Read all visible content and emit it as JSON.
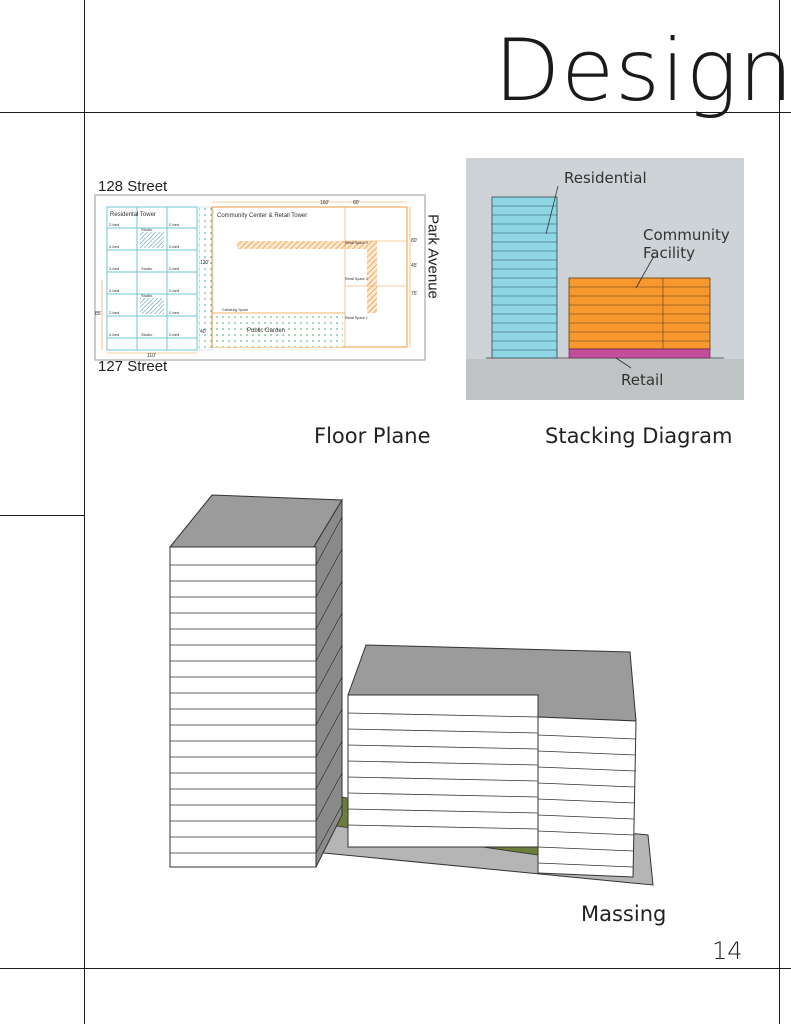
{
  "page": {
    "title": "Design",
    "page_number": "14"
  },
  "floor_plan": {
    "caption": "Floor Plane",
    "street_top": "128 Street",
    "street_bottom": "127 Street",
    "avenue": "Park Avenue",
    "residential_label": "Residental Tower",
    "community_label": "Community Center & Retail Tower",
    "garden_label": "Public Garden",
    "unit_label": "2-bed",
    "studio_label": "Studio",
    "dim_160": "160'",
    "dim_80_top": "80'",
    "dim_80_right": "80'",
    "dim_45": "45'",
    "dim_75": "75'",
    "dim_120": "120'",
    "dim_40": "40'",
    "dim_85": "85'",
    "dim_110": "110'",
    "retail_space_1": "Retail Space 1",
    "retail_space_2": "Retail Space 2",
    "retail_space_3": "Retail Space 3",
    "gathering_space": "Gathering Space",
    "colors": {
      "residential_grid": "#6fc4d8",
      "community": "#f09a3a",
      "garden_dot": "#3aa86a"
    }
  },
  "stacking_diagram": {
    "caption": "Stacking Diagram",
    "residential": "Residential",
    "community_line1": "Community",
    "community_line2": "Facility",
    "retail": "Retail",
    "colors": {
      "background": "#cdd3d6",
      "residential": "#8fd6e5",
      "community": "#f7982e",
      "retail": "#c34f9c",
      "ground": "#bfc3c3"
    }
  },
  "massing": {
    "caption": "Massing",
    "colors": {
      "ground": "#b5b5b5",
      "top": "#9b9b9b",
      "side": "#8a8a8a",
      "garden": "#6c7e3a"
    }
  }
}
